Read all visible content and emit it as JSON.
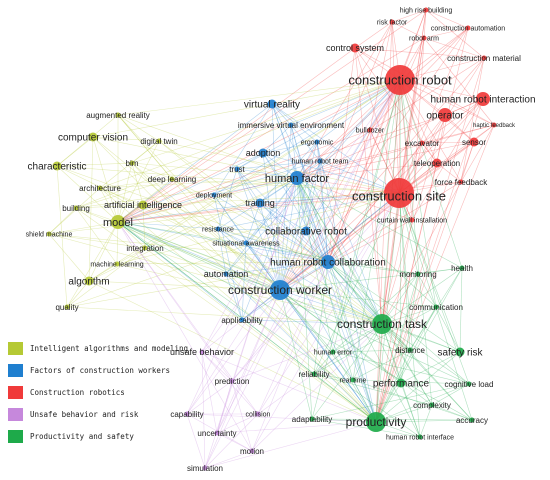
{
  "clusters": [
    {
      "key": "yellow",
      "label": "Intelligent algorithms and modeling",
      "color": "#b5c934"
    },
    {
      "key": "blue",
      "label": "Factors of construction workers",
      "color": "#1f7fcf"
    },
    {
      "key": "red",
      "label": "Construction robotics",
      "color": "#f03a3a"
    },
    {
      "key": "purple",
      "label": "Unsafe behavior and risk",
      "color": "#c688dc"
    },
    {
      "key": "green",
      "label": "Productivity and safety",
      "color": "#1eaa4a"
    }
  ],
  "nodes": [
    {
      "id": "construction robot",
      "label": "construction robot",
      "cluster": "red",
      "size": 5
    },
    {
      "id": "construction site",
      "label": "construction site",
      "cluster": "red",
      "size": 5
    },
    {
      "id": "human robot interaction",
      "label": "human robot interaction",
      "cluster": "red",
      "size": 3
    },
    {
      "id": "operator",
      "label": "operator",
      "cluster": "red",
      "size": 3
    },
    {
      "id": "sensor",
      "label": "sensor",
      "cluster": "red",
      "size": 2
    },
    {
      "id": "excavator",
      "label": "excavator",
      "cluster": "red",
      "size": 1
    },
    {
      "id": "teleoperation",
      "label": "teleoperation",
      "cluster": "red",
      "size": 2
    },
    {
      "id": "force feedback",
      "label": "force feedback",
      "cluster": "red",
      "size": 1
    },
    {
      "id": "haptic feedback",
      "label": "haptic feedback",
      "cluster": "red",
      "size": 1
    },
    {
      "id": "control system",
      "label": "control system",
      "cluster": "red",
      "size": 2
    },
    {
      "id": "construction material",
      "label": "construction material",
      "cluster": "red",
      "size": 1
    },
    {
      "id": "robot arm",
      "label": "robot arm",
      "cluster": "red",
      "size": 1
    },
    {
      "id": "risk factor",
      "label": "risk factor",
      "cluster": "red",
      "size": 1
    },
    {
      "id": "high rise building",
      "label": "high rise building",
      "cluster": "red",
      "size": 1
    },
    {
      "id": "construction automation",
      "label": "construction automation",
      "cluster": "red",
      "size": 1
    },
    {
      "id": "bulldozer",
      "label": "bulldozer",
      "cluster": "red",
      "size": 1
    },
    {
      "id": "curtain wall installation",
      "label": "curtain wall installation",
      "cluster": "red",
      "size": 1
    },
    {
      "id": "construction worker",
      "label": "construction worker",
      "cluster": "blue",
      "size": 4
    },
    {
      "id": "human factor",
      "label": "human factor",
      "cluster": "blue",
      "size": 3
    },
    {
      "id": "virtual reality",
      "label": "virtual reality",
      "cluster": "blue",
      "size": 2
    },
    {
      "id": "immersive virtual environment",
      "label": "immersive virtual environment",
      "cluster": "blue",
      "size": 1
    },
    {
      "id": "adoption",
      "label": "adoption",
      "cluster": "blue",
      "size": 2
    },
    {
      "id": "ergonomic",
      "label": "ergonomic",
      "cluster": "blue",
      "size": 1
    },
    {
      "id": "human robot team",
      "label": "human robot team",
      "cluster": "blue",
      "size": 1
    },
    {
      "id": "trust",
      "label": "trust",
      "cluster": "blue",
      "size": 1
    },
    {
      "id": "training",
      "label": "training",
      "cluster": "blue",
      "size": 2
    },
    {
      "id": "collaborative robot",
      "label": "collaborative robot",
      "cluster": "blue",
      "size": 2
    },
    {
      "id": "resistance",
      "label": "resistance",
      "cluster": "blue",
      "size": 1
    },
    {
      "id": "situational awareness",
      "label": "situational awareness",
      "cluster": "blue",
      "size": 1
    },
    {
      "id": "human robot collaboration",
      "label": "human robot collaboration",
      "cluster": "blue",
      "size": 3
    },
    {
      "id": "automation",
      "label": "automation",
      "cluster": "blue",
      "size": 1
    },
    {
      "id": "applicability",
      "label": "applicability",
      "cluster": "blue",
      "size": 1
    },
    {
      "id": "deployment",
      "label": "deployment",
      "cluster": "blue",
      "size": 1
    },
    {
      "id": "model",
      "label": "model",
      "cluster": "yellow",
      "size": 3
    },
    {
      "id": "computer vision",
      "label": "computer vision",
      "cluster": "yellow",
      "size": 2
    },
    {
      "id": "characteristic",
      "label": "characteristic",
      "cluster": "yellow",
      "size": 2
    },
    {
      "id": "augmented reality",
      "label": "augmented reality",
      "cluster": "yellow",
      "size": 1
    },
    {
      "id": "digital twin",
      "label": "digital twin",
      "cluster": "yellow",
      "size": 1
    },
    {
      "id": "bim",
      "label": "bim",
      "cluster": "yellow",
      "size": 1
    },
    {
      "id": "deep learning",
      "label": "deep learning",
      "cluster": "yellow",
      "size": 1
    },
    {
      "id": "architecture",
      "label": "architecture",
      "cluster": "yellow",
      "size": 1
    },
    {
      "id": "artificial intelligence",
      "label": "artificial intelligence",
      "cluster": "yellow",
      "size": 2
    },
    {
      "id": "building",
      "label": "building",
      "cluster": "yellow",
      "size": 1
    },
    {
      "id": "shield machine",
      "label": "shield machine",
      "cluster": "yellow",
      "size": 1
    },
    {
      "id": "integration",
      "label": "integration",
      "cluster": "yellow",
      "size": 1
    },
    {
      "id": "machine learning",
      "label": "machine learning",
      "cluster": "yellow",
      "size": 1
    },
    {
      "id": "algorithm",
      "label": "algorithm",
      "cluster": "yellow",
      "size": 2
    },
    {
      "id": "quality",
      "label": "quality",
      "cluster": "yellow",
      "size": 1
    },
    {
      "id": "construction task",
      "label": "construction task",
      "cluster": "green",
      "size": 4
    },
    {
      "id": "productivity",
      "label": "productivity",
      "cluster": "green",
      "size": 4
    },
    {
      "id": "performance",
      "label": "performance",
      "cluster": "green",
      "size": 2
    },
    {
      "id": "safety risk",
      "label": "safety risk",
      "cluster": "green",
      "size": 2
    },
    {
      "id": "health",
      "label": "health",
      "cluster": "green",
      "size": 1
    },
    {
      "id": "monitoring",
      "label": "monitoring",
      "cluster": "green",
      "size": 1
    },
    {
      "id": "communication",
      "label": "communication",
      "cluster": "green",
      "size": 1
    },
    {
      "id": "distance",
      "label": "distance",
      "cluster": "green",
      "size": 1
    },
    {
      "id": "human error",
      "label": "human error",
      "cluster": "green",
      "size": 1
    },
    {
      "id": "reliability",
      "label": "reliability",
      "cluster": "green",
      "size": 1
    },
    {
      "id": "real time",
      "label": "real time",
      "cluster": "green",
      "size": 1
    },
    {
      "id": "cognitive load",
      "label": "cognitive load",
      "cluster": "green",
      "size": 1
    },
    {
      "id": "complexity",
      "label": "complexity",
      "cluster": "green",
      "size": 1
    },
    {
      "id": "accuracy",
      "label": "accuracy",
      "cluster": "green",
      "size": 1
    },
    {
      "id": "adaptability",
      "label": "adaptability",
      "cluster": "green",
      "size": 1
    },
    {
      "id": "human robot interface",
      "label": "human robot interface",
      "cluster": "green",
      "size": 1
    },
    {
      "id": "unsafe behavior",
      "label": "unsafe behavior",
      "cluster": "purple",
      "size": 1
    },
    {
      "id": "prediction",
      "label": "prediction",
      "cluster": "purple",
      "size": 1
    },
    {
      "id": "capability",
      "label": "capability",
      "cluster": "purple",
      "size": 1
    },
    {
      "id": "collision",
      "label": "collision",
      "cluster": "purple",
      "size": 1
    },
    {
      "id": "uncertainty",
      "label": "uncertainty",
      "cluster": "purple",
      "size": 1
    },
    {
      "id": "motion",
      "label": "motion",
      "cluster": "purple",
      "size": 1
    },
    {
      "id": "simulation",
      "label": "simulation",
      "cluster": "purple",
      "size": 1
    }
  ]
}
